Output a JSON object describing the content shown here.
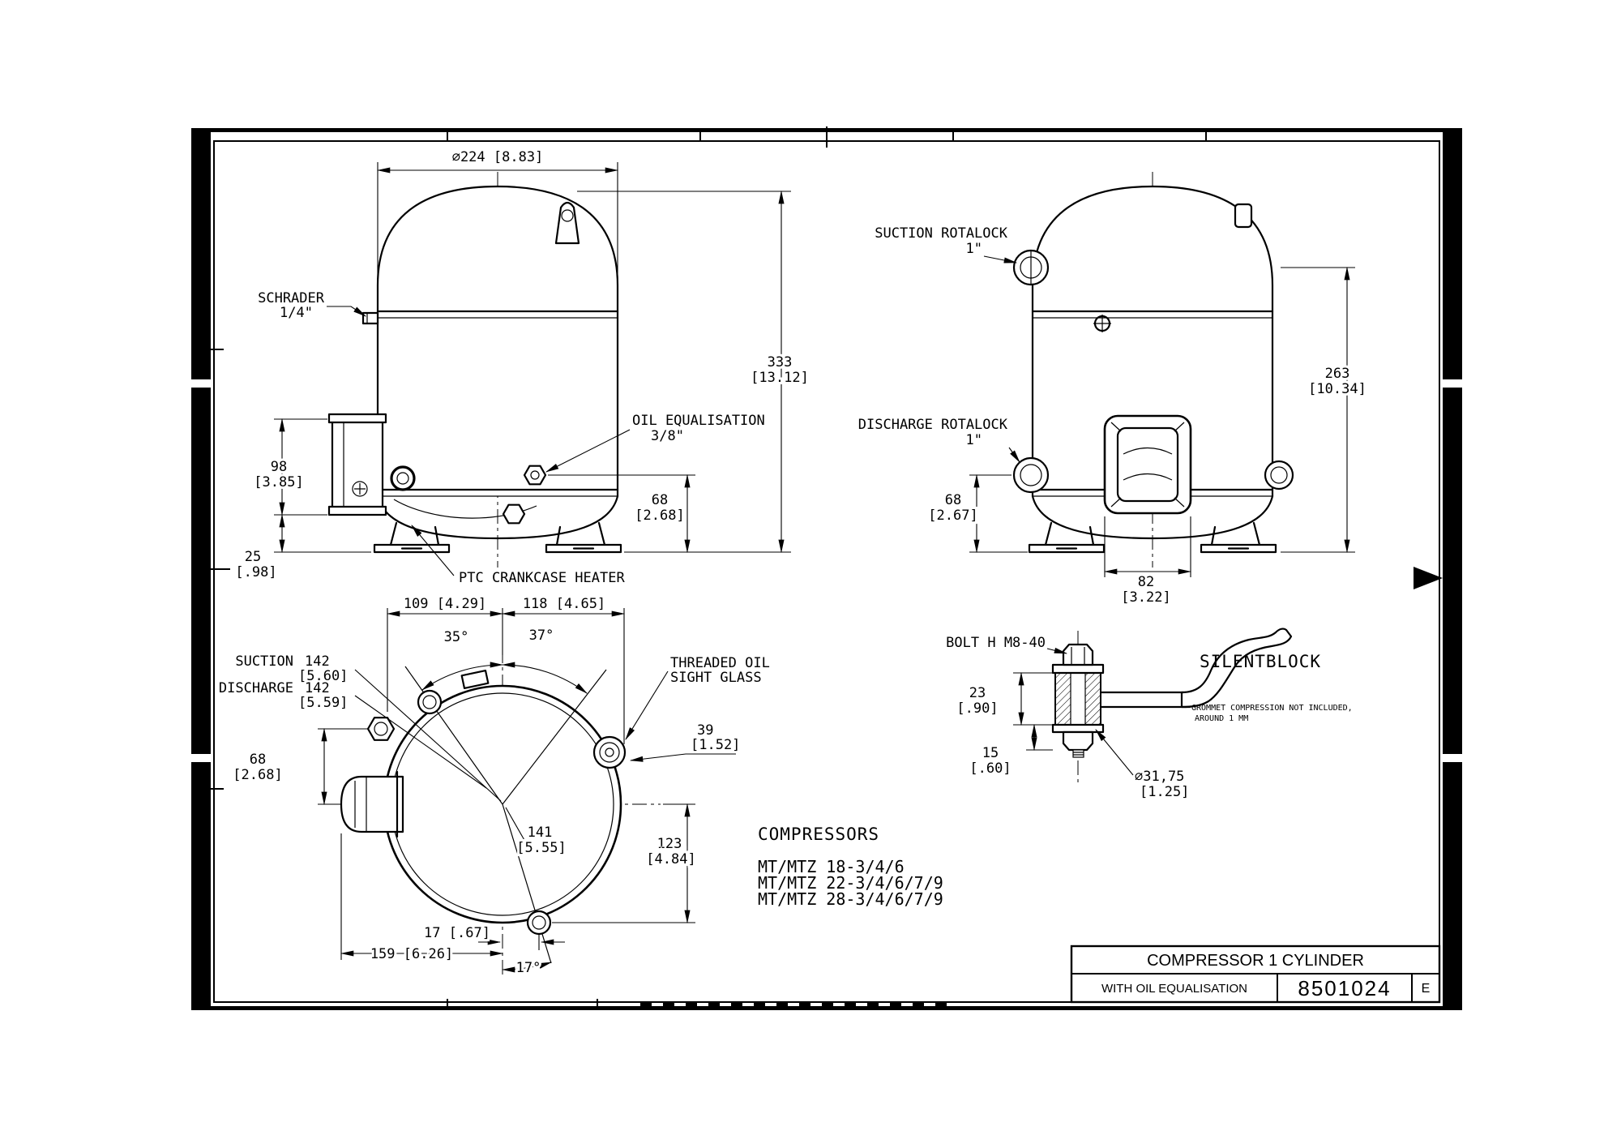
{
  "views": {
    "front": {
      "dia224": "∅224 [8.83]",
      "schrader1": "SCHRADER",
      "schrader2": "1/4\"",
      "h333": "333",
      "h333_in": "[13.12]",
      "oil1": "OIL EQUALISATION",
      "oil2": "3/8\"",
      "d98": "98",
      "d98_in": "[3.85]",
      "d68": "68",
      "d68_in": "[2.68]",
      "d25": "25",
      "d25_in": "[.98]",
      "ptc": "PTC CRANKCASE HEATER"
    },
    "side": {
      "suction1": "SUCTION ROTALOCK",
      "suction2": "1\"",
      "discharge1": "DISCHARGE ROTALOCK",
      "discharge2": "1\"",
      "h263": "263",
      "h263_in": "[10.34]",
      "d68": "68",
      "d68_in": "[2.67]",
      "d82": "82",
      "d82_in": "[3.22]"
    },
    "top": {
      "d109": "109  [4.29]",
      "d118": "118  [4.65]",
      "a35": "35°",
      "a37": "37°",
      "suction_label": "SUCTION",
      "suction_val": "142",
      "suction_in": "[5.60]",
      "discharge_label": "DISCHARGE",
      "discharge_val": "142",
      "discharge_in": "[5.59]",
      "sight1": "THREADED OIL",
      "sight2": "SIGHT GLASS",
      "d39": "39",
      "d39_in": "[1.52]",
      "d68": "68",
      "d68_in": "[2.68]",
      "d141": "141",
      "d141_in": "[5.55]",
      "d123": "123",
      "d123_in": "[4.84]",
      "d17": "17  [.67]",
      "d159": "159  [6.26]",
      "a17": "17°"
    },
    "silentblock": {
      "bolt": "BOLT H M8-40",
      "title": "SILENTBLOCK",
      "d23": "23",
      "d23_in": "[.90]",
      "d15": "15",
      "d15_in": "[.60]",
      "note1": "GROMMET COMPRESSION NOT INCLUDED,",
      "note2": "AROUND 1 MM",
      "dia": "∅31,75",
      "dia_in": "[1.25]"
    }
  },
  "compressors": {
    "heading": "COMPRESSORS",
    "models": [
      "MT/MTZ 18-3/4/6",
      "MT/MTZ 22-3/4/6/7/9",
      "MT/MTZ 28-3/4/6/7/9"
    ]
  },
  "title_block": {
    "title": "COMPRESSOR 1 CYLINDER",
    "subtitle": "WITH OIL EQUALISATION",
    "drawing_number": "8501024",
    "revision": "E"
  },
  "colors": {
    "line": "#000000",
    "background": "#ffffff"
  }
}
